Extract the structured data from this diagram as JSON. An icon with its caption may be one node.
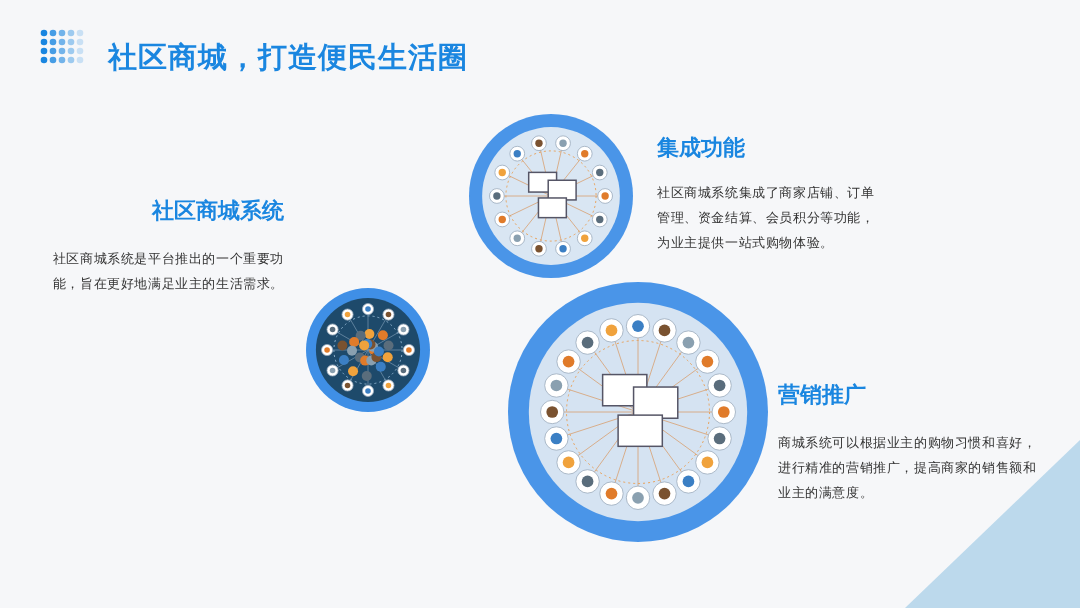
{
  "diagram": {
    "title": "社区商城，打造便民生活圈",
    "labels": [
      "集成功能",
      "社区商城系统集成了商家店铺、订单管理、资金结算、会员积分等功能，为业主提供一站式购物体验。",
      "社区商城系统",
      "社区商城系统是平台推出的一个重要功能，旨在更好地满足业主的生活需求。",
      "营销推广",
      "商城系统可以根据业主的购物习惯和喜好，进行精准的营销推广，提高商家的销售额和业主的满意度。"
    ]
  }
}
